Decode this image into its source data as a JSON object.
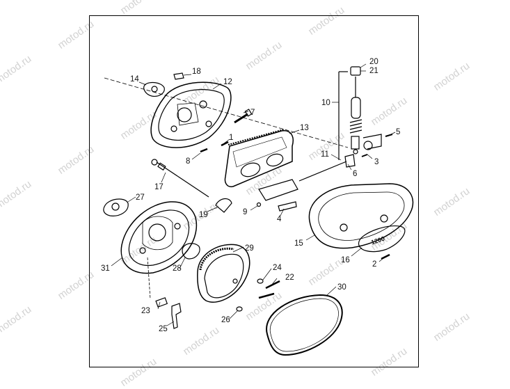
{
  "watermark": "motod.ru",
  "badge_text": "1200",
  "callouts": [
    "1",
    "2",
    "3",
    "4",
    "5",
    "6",
    "7",
    "8",
    "9",
    "10",
    "11",
    "12",
    "13",
    "14",
    "15",
    "16",
    "17",
    "18",
    "19",
    "20",
    "21",
    "22",
    "23",
    "24",
    "25",
    "26",
    "27",
    "28",
    "29",
    "30",
    "31"
  ]
}
